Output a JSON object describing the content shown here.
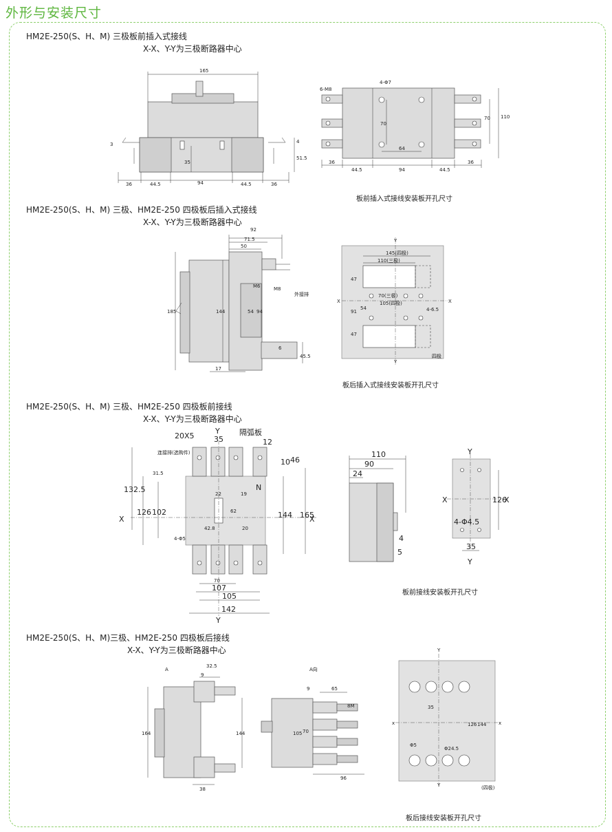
{
  "page_title": "外形与安装尺寸",
  "sections": [
    {
      "heading": "HM2E-250(S、H、M) 三极板前插入式接线",
      "subheading": "X-X、Y-Y为三极断路器中心",
      "caption": "板前插入式接线安装板开孔尺寸"
    },
    {
      "heading": "HM2E-250(S、H、M) 三极、HM2E-250 四极板后插入式接线",
      "subheading": "X-X、Y-Y为三极断路器中心",
      "caption": "板后插入式接线安装板开孔尺寸"
    },
    {
      "heading": "HM2E-250(S、H、M) 三极、HM2E-250 四极板前接线",
      "subheading": "X-X、Y-Y为三极断路器中心",
      "caption": "板前接线安装板开孔尺寸"
    },
    {
      "heading": "HM2E-250(S、H、M)三极、HM2E-250 四极板后接线",
      "subheading": "X-X、Y-Y为三极断路器中心",
      "caption": "板后接线安装板开孔尺寸"
    }
  ],
  "dims1": {
    "w165": "165",
    "h3": "3",
    "d36a": "36",
    "d445a": "44.5",
    "d94": "94",
    "d445b": "44.5",
    "d36b": "36",
    "d35": "35",
    "d515": "51.5",
    "d4": "4",
    "p_m8": "6-M8",
    "p_phi7": "4-Φ7",
    "p70": "70",
    "p64": "64",
    "p70b": "70",
    "p110": "110",
    "p36a": "36",
    "p445a": "44.5",
    "p94": "94",
    "p445b": "44.5",
    "p36b": "36"
  },
  "dims2": {
    "d92": "92",
    "d715": "71.5",
    "d50": "50",
    "d185": "185",
    "d144": "144",
    "d54": "54",
    "d94": "94",
    "m6": "M6",
    "m8": "M8",
    "ext": "外接排",
    "d17": "17",
    "d6": "6",
    "d455": "45.5",
    "p145": "145(四极)",
    "p110": "110(三极)",
    "p47a": "47",
    "p70": "70(三极)",
    "p105": "105(四极)",
    "p91": "91",
    "p54": "54",
    "p465": "4-6.5",
    "p47b": "47",
    "p4p": "四极",
    "x": "X",
    "y": "Y"
  },
  "dims3": {
    "d20x5": "20X5",
    "y": "Y",
    "d35": "35",
    "gehu": "隔弧板",
    "d12": "12",
    "lianjie": "连接排(选购件)",
    "d1325": "132.5",
    "d315": "31.5",
    "d22": "22",
    "d19": "19",
    "n": "N",
    "d10": "10",
    "d46": "46",
    "x": "X",
    "d126": "126",
    "d102": "102",
    "d62": "62",
    "d144": "144",
    "d165": "165",
    "d428": "42.8",
    "d20": "20",
    "phi5": "4-Φ5",
    "d70": "70",
    "d107": "107",
    "d105": "105",
    "d142": "142",
    "s110": "110",
    "s90": "90",
    "s24": "24",
    "s4": "4",
    "s5": "5",
    "p126": "126",
    "p45": "4-Φ4.5",
    "p35": "35"
  },
  "dims4": {
    "a": "A",
    "d325": "32.5",
    "d9": "9",
    "d164": "164",
    "d144": "144",
    "d38": "38",
    "aview": "A向",
    "e9": "9",
    "e65": "65",
    "e8m": "8M",
    "e70": "70",
    "e105": "105",
    "e96": "96",
    "y": "Y",
    "x": "x",
    "p35": "35",
    "p126": "126",
    "p144": "144",
    "phi5": "Φ5",
    "phi245": "Φ24.5",
    "p4p": "(四极)"
  }
}
